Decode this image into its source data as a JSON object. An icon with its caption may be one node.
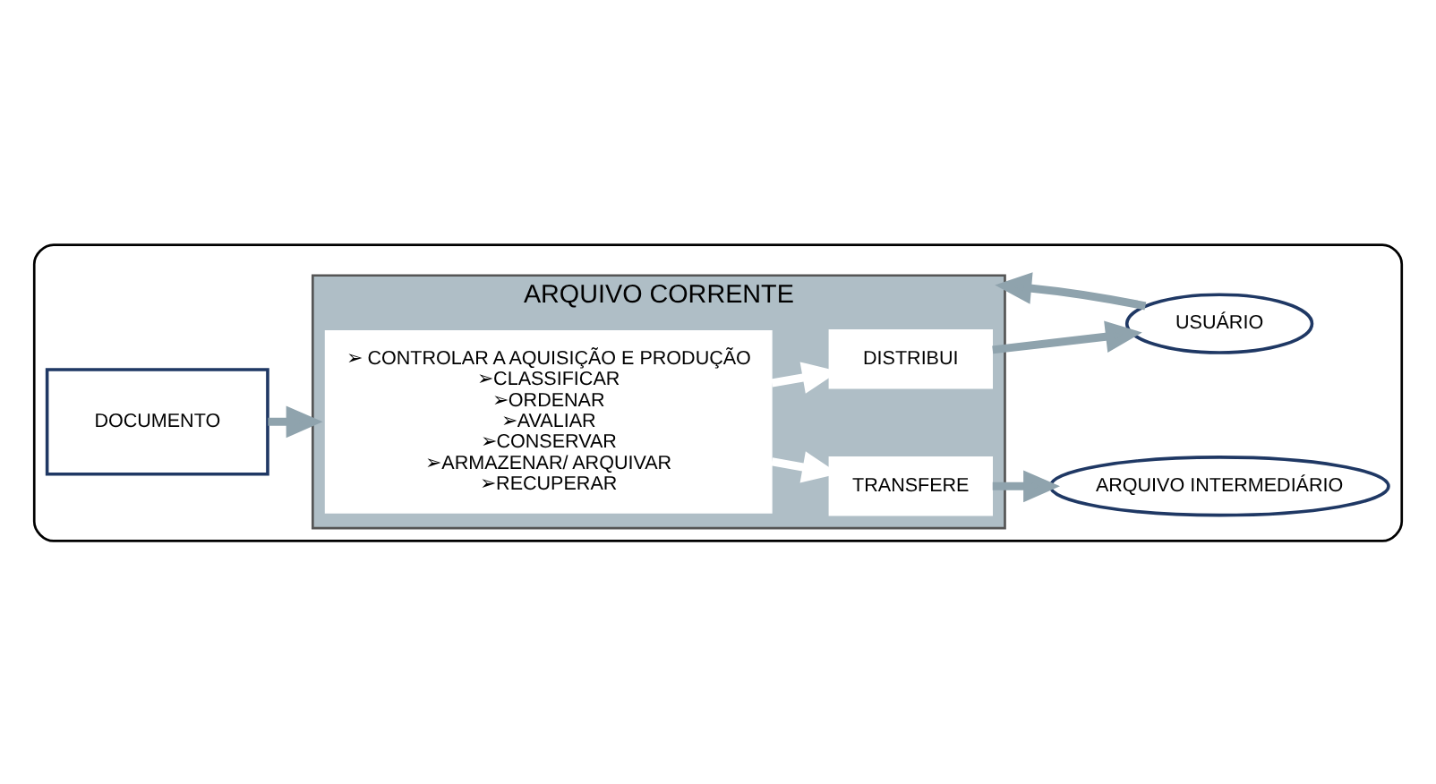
{
  "diagram": {
    "nodes": [
      {
        "text": [],
        "shape": "box"
      },
      {
        "text": [
          "DOCUMENTO"
        ],
        "in": 0
      },
      {
        "text": [
          "ARQUIVO CORRENTE"
        ],
        "in": 0
      },
      {
        "text": [
          "➢ CONTROLAR A AQUISIÇÃO E PRODUÇÃO",
          "➢CLASSIFICAR",
          "➢ORDENAR",
          "➢AVALIAR",
          "➢CONSERVAR",
          "➢ARMAZENAR/ ARQUIVAR",
          "➢RECUPERAR"
        ],
        "in": 2
      },
      {
        "text": [
          "DISTRIBUI"
        ],
        "in": 2
      },
      {
        "text": [
          "TRANSFERE"
        ],
        "in": 2
      },
      {
        "text": [
          "USUÁRIO"
        ],
        "in": 0
      },
      {
        "text": [
          "ARQUIVO INTERMEDIÁRIO"
        ],
        "in": 0
      }
    ],
    "edges": [
      {
        "from": 1,
        "to": 2,
        "arrow": "to"
      },
      {
        "from": 3,
        "to": 4,
        "arrow": "to",
        "color": "#ffffff"
      },
      {
        "from": 3,
        "to": 5,
        "arrow": "to",
        "color": "#ffffff"
      },
      {
        "from": 4,
        "to": 6,
        "arrow": "to"
      },
      {
        "from": 5,
        "to": 7,
        "arrow": "to"
      },
      {
        "from": 6,
        "to": 2,
        "arrow": "to"
      }
    ]
  }
}
